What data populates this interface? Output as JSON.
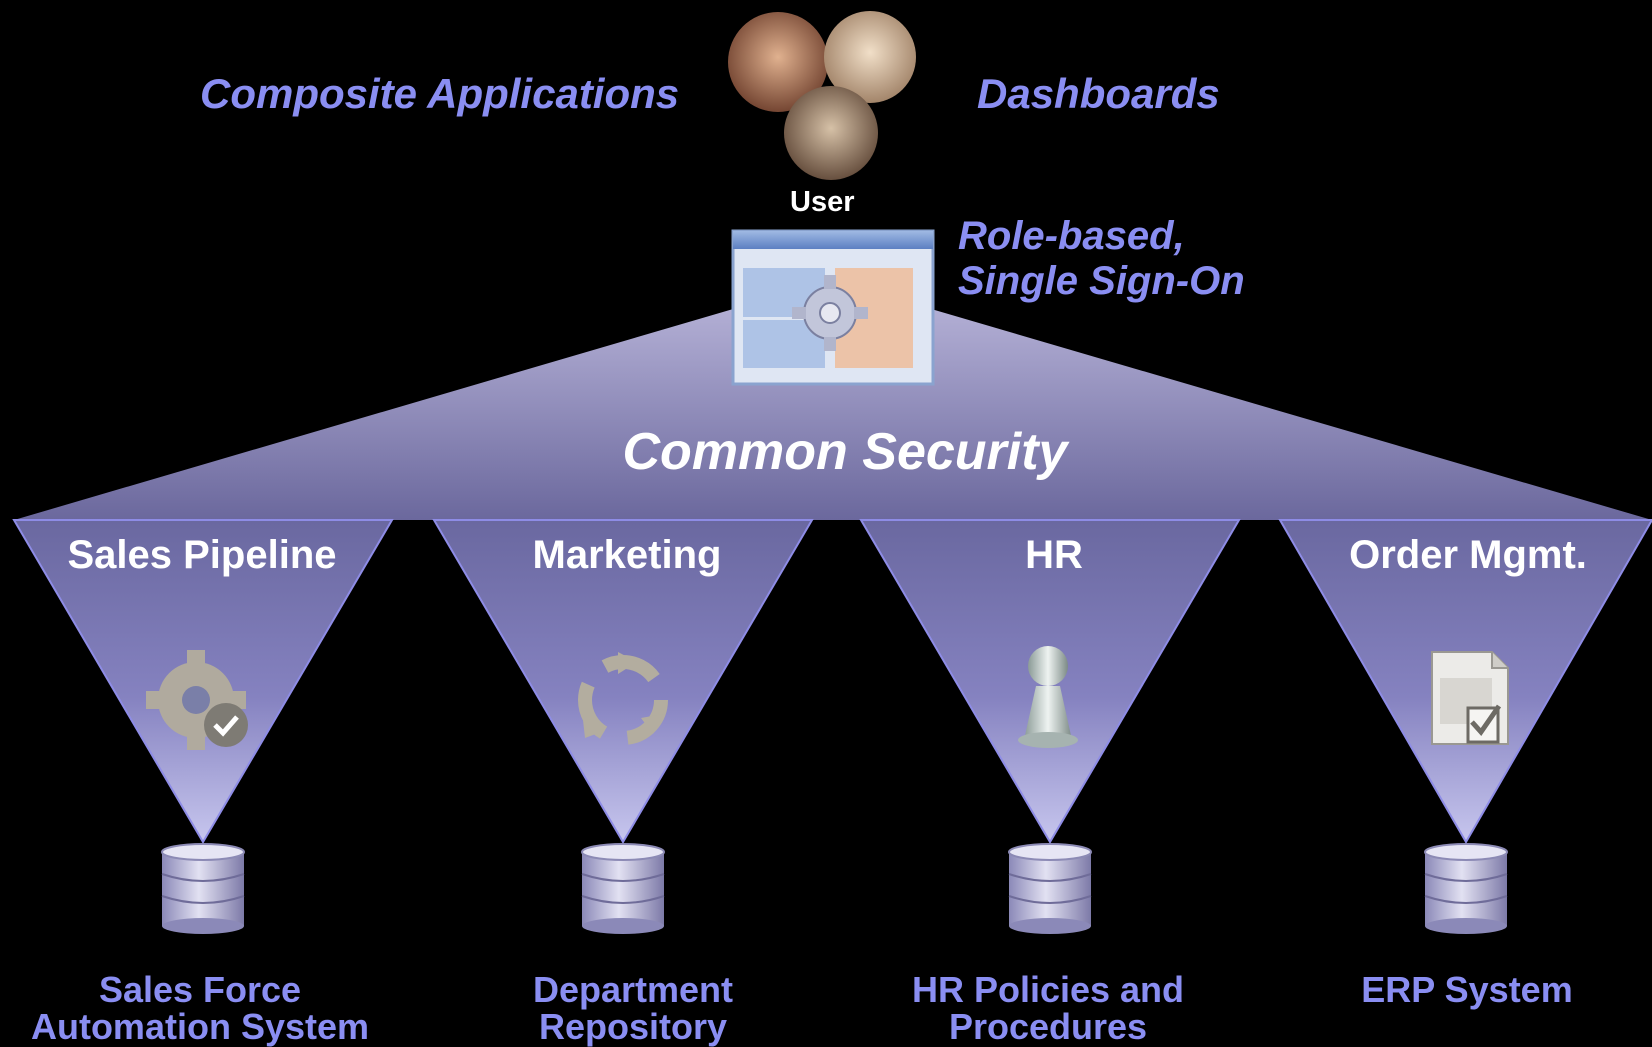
{
  "header": {
    "left_label": "Composite Applications",
    "right_label": "Dashboards",
    "user_label": "User",
    "sso_line1": "Role-based,",
    "sso_line2": "Single Sign-On"
  },
  "security_label": "Common Security",
  "departments": [
    {
      "name": "Sales Pipeline",
      "icon": "gear-check-icon",
      "system_line1": "Sales Force",
      "system_line2": "Automation System"
    },
    {
      "name": "Marketing",
      "icon": "recycle-arrows-icon",
      "system_line1": "Department",
      "system_line2": "Repository"
    },
    {
      "name": "HR",
      "icon": "person-pawn-icon",
      "system_line1": "HR Policies and",
      "system_line2": "Procedures"
    },
    {
      "name": "Order Mgmt.",
      "icon": "document-check-icon",
      "system_line1": "ERP System",
      "system_line2": ""
    }
  ],
  "colors": {
    "background": "#000000",
    "label_blue": "#8a8ef2",
    "beam_light": "#a09cc8",
    "beam_dark": "#6d6aa6"
  }
}
